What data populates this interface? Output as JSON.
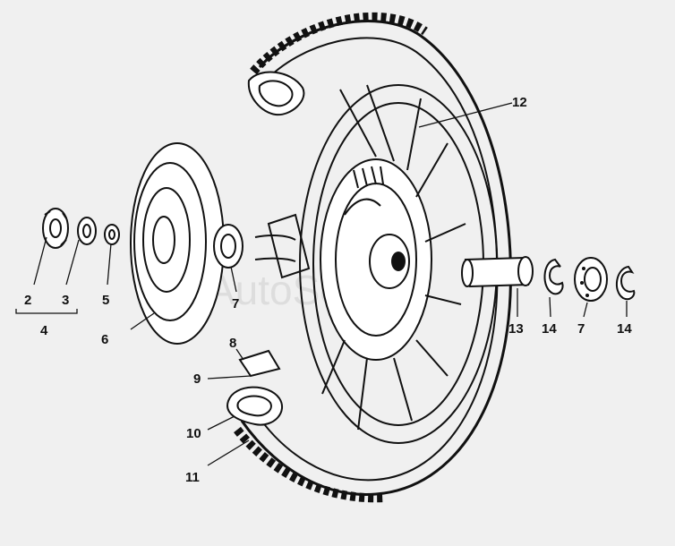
{
  "watermark": "AutoSoft",
  "callouts": {
    "c2": "2",
    "c3": "3",
    "c4": "4",
    "c5": "5",
    "c6": "6",
    "c7a": "7",
    "c7b": "7",
    "c8": "8",
    "c9": "9",
    "c10": "10",
    "c11": "11",
    "c12": "12",
    "c13": "13",
    "c14a": "14",
    "c14b": "14"
  }
}
